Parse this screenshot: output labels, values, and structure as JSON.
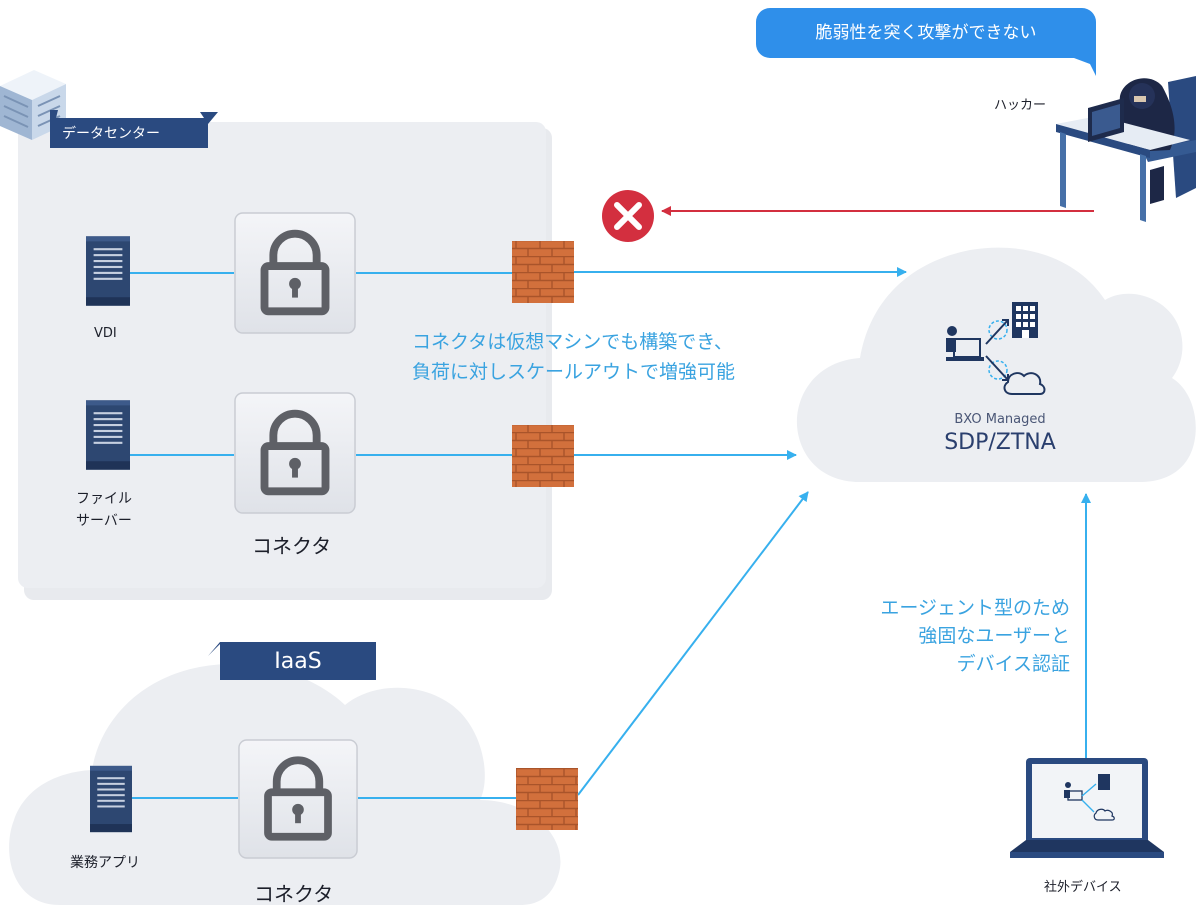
{
  "colors": {
    "line": "#37b0ee",
    "attack": "#d32f3f",
    "navy": "#2a4a80",
    "speech": "#2f8fea",
    "text_blue": "#3aa3e0",
    "text_dark": "#1c1f2a",
    "panel": "#eceef2",
    "brick": "#d2703c"
  },
  "datacenter": {
    "title": "データセンター"
  },
  "servers": {
    "vdi": "VDI",
    "file_line1": "ファイル",
    "file_line2": "サーバー",
    "business_app": "業務アプリ"
  },
  "connector": {
    "label_datacenter": "コネクタ",
    "label_iaas": "コネクタ"
  },
  "iaas": {
    "title": "IaaS"
  },
  "hacker": {
    "speech": "脆弱性を突く攻撃ができない",
    "label": "ハッカー"
  },
  "cloud": {
    "subtitle": "BXO Managed",
    "title": "SDP/ZTNA"
  },
  "notes": {
    "connector_line1": "コネクタは仮想マシンでも構築でき、",
    "connector_line2": "負荷に対しスケールアウトで増強可能",
    "agent_line1": "エージェント型のため",
    "agent_line2": "強固なユーザーと",
    "agent_line3": "デバイス認証"
  },
  "device": {
    "label": "社外デバイス"
  },
  "icons": {
    "blocked": "x-circle-icon",
    "lock": "padlock-icon",
    "server": "server-rack-icon",
    "firewall": "brick-wall-icon",
    "building": "building-icon",
    "laptop": "laptop-icon",
    "cloud": "cloud-icon",
    "hacker": "hacker-at-desk-icon",
    "datacenter": "datacenter-building-icon"
  }
}
